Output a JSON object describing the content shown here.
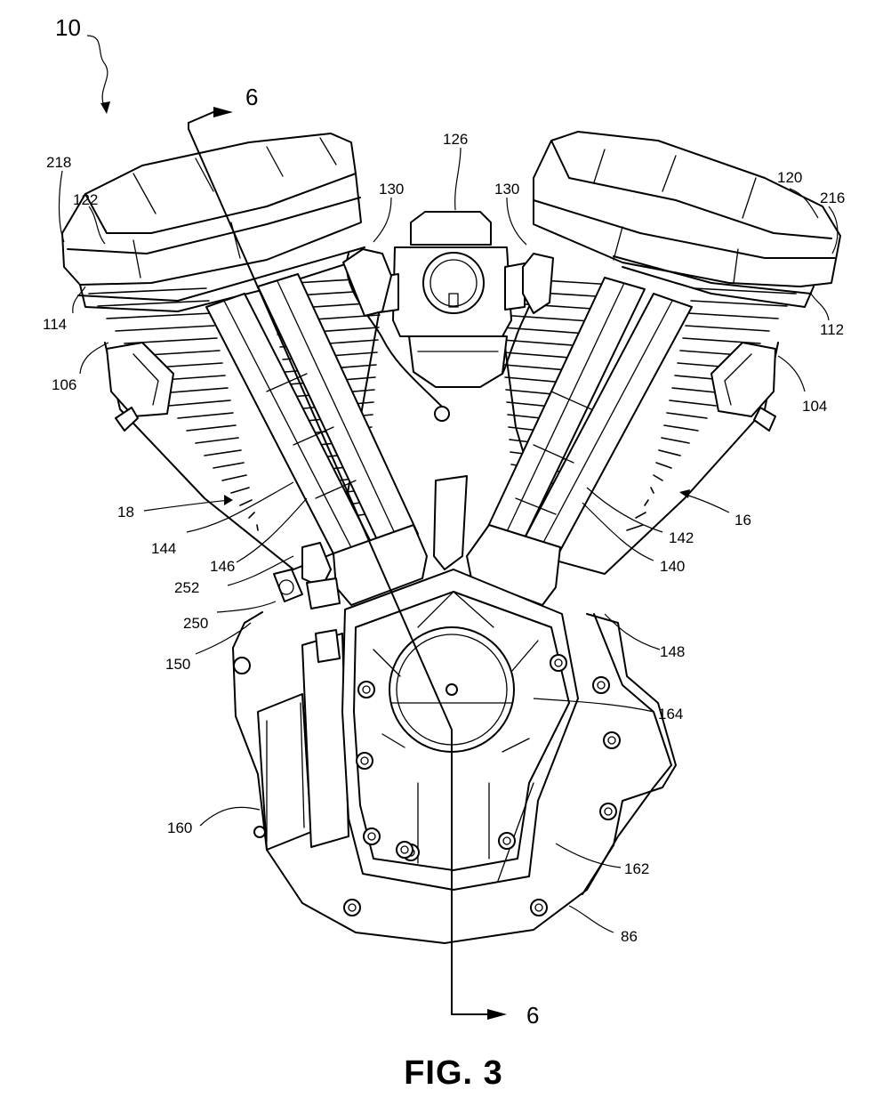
{
  "figure": {
    "caption": "FIG. 3",
    "assembly_ref": "10",
    "section_marks": [
      "6",
      "6"
    ],
    "reference_numerals": {
      "rocker_cover_front": "218",
      "rocker_cover_left": "122",
      "head_left": "114",
      "cylinder_left": "106",
      "carburetor": "126",
      "carb_bracket_left": "130",
      "carb_bracket_right": "130",
      "rocker_cover_right": "120",
      "rocker_edge_right": "216",
      "head_right": "112",
      "cylinder_right": "104",
      "rear_cylinder": "18",
      "front_cylinder": "16",
      "pushrod_left_a": "144",
      "pushrod_left_b": "146",
      "pushrod_right_a": "142",
      "pushrod_right_b": "140",
      "sensor": "252",
      "sensor_mount": "250",
      "crankcase_left": "150",
      "crankcase_right": "148",
      "gear_cover": "164",
      "cam_cover": "162",
      "oil_pump_box": "160",
      "crankcase_bottom": "86"
    }
  }
}
